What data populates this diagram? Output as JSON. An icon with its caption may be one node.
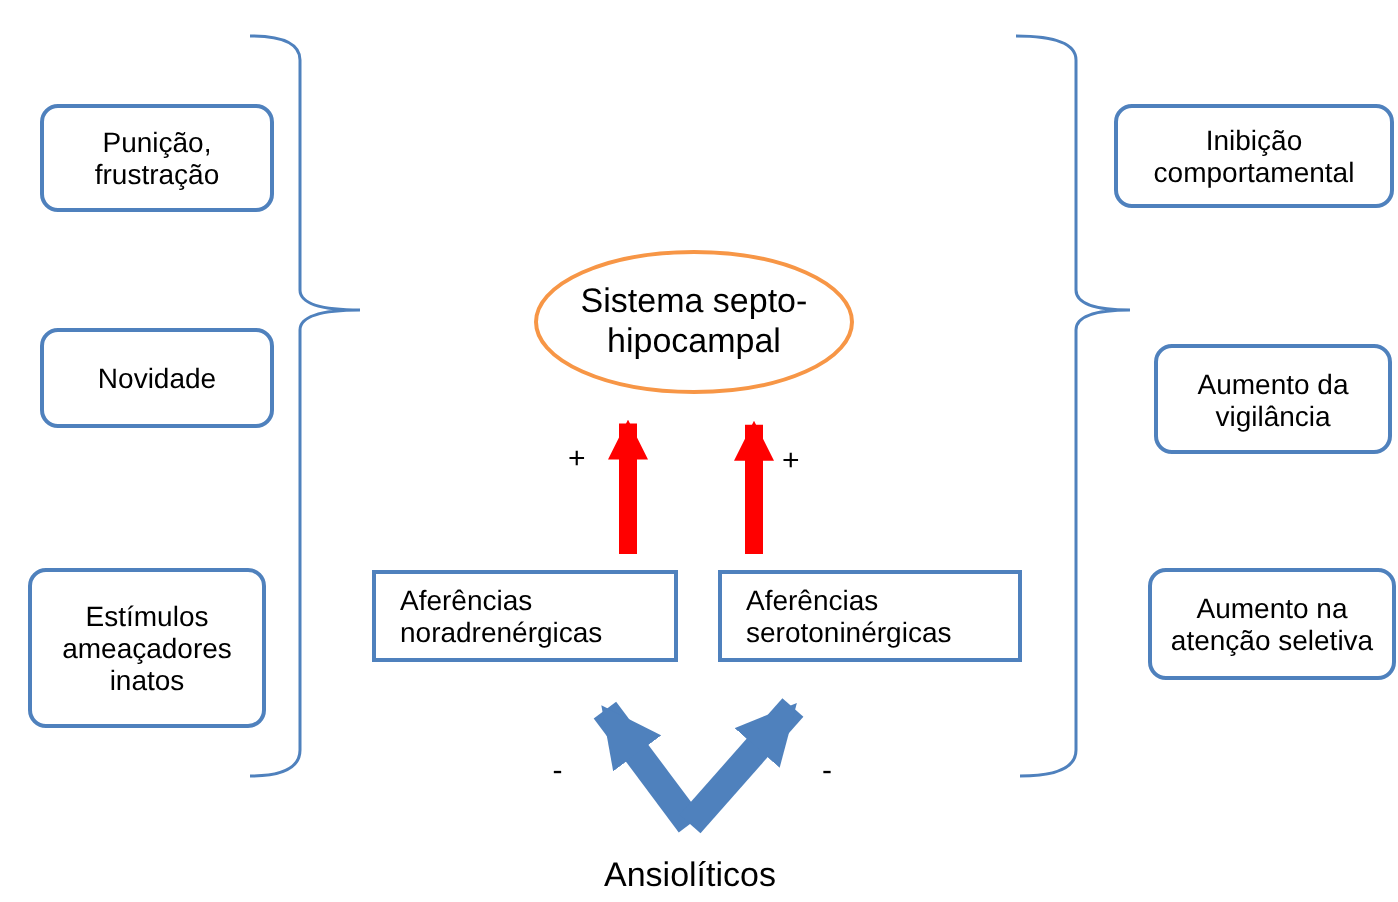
{
  "diagram": {
    "nodes": [
      {
        "text": [
          "Punição, frustração"
        ]
      },
      {
        "text": [
          "Novidade"
        ]
      },
      {
        "text": [
          "Estímulos ameaçadores inatos"
        ]
      },
      {
        "text": [
          "Sistema septo-hipocampal"
        ]
      },
      {
        "text": [
          "Aferências noradrenérgicas"
        ]
      },
      {
        "text": [
          "Aferências serotoninérgicas"
        ]
      },
      {
        "text": [
          "Ansiolíticos"
        ]
      },
      {
        "text": [
          "Inibição comportamental"
        ]
      },
      {
        "text": [
          "Aumento da vigilância"
        ]
      },
      {
        "text": [
          "Aumento na atenção seletiva"
        ]
      }
    ],
    "edges": [
      {
        "from": 4,
        "to": 3,
        "arrow": "to",
        "label": "+",
        "color": "#ff0000"
      },
      {
        "from": 5,
        "to": 3,
        "arrow": "to",
        "label": "+",
        "color": "#ff0000"
      },
      {
        "from": 6,
        "to": 4,
        "arrow": "to",
        "label": "-",
        "color": "#4f81bd"
      },
      {
        "from": 6,
        "to": 5,
        "arrow": "to",
        "label": "-",
        "color": "#4f81bd"
      }
    ]
  }
}
